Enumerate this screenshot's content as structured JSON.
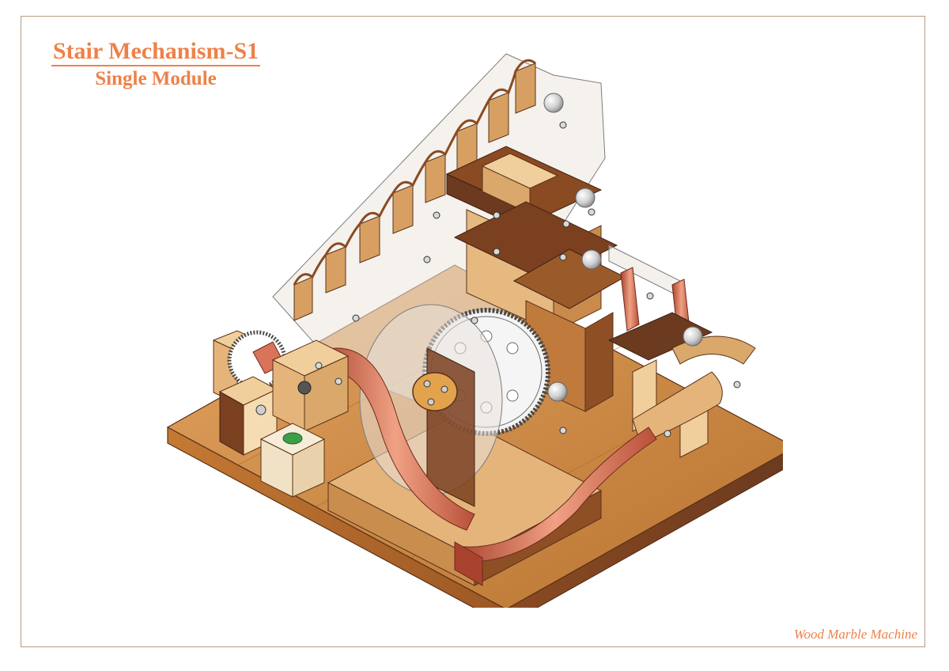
{
  "sheet": {
    "title": "Stair Mechanism-S1",
    "subtitle": "Single Module",
    "signature": "Wood Marble Machine"
  },
  "colors": {
    "accent": "#ee8149",
    "frame": "#b79a7f",
    "wood_light": "#f3d9b1",
    "wood_mid": "#d99a52",
    "wood_dark": "#8a4a22",
    "wood_walnut": "#6b3a1f",
    "copper": "#d9735a",
    "acrylic": "#ece6df",
    "steel": "#d8d8d8",
    "button": "#3aa048"
  },
  "icons": [
    "marble-icon",
    "screw-icon",
    "gear-icon",
    "push-button-icon"
  ]
}
